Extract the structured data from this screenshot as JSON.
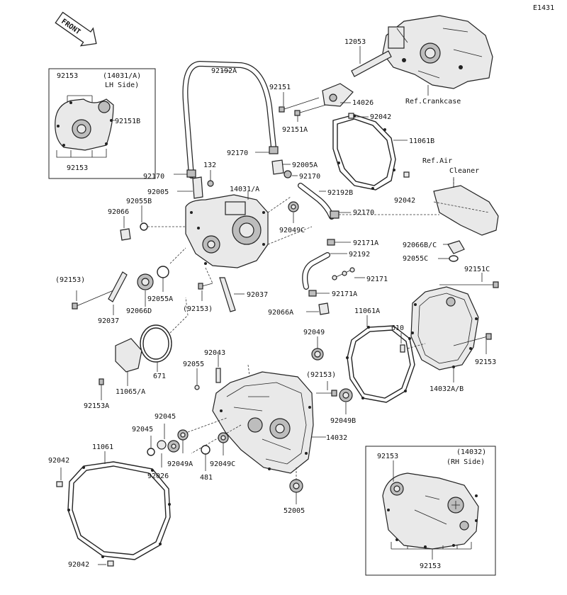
{
  "diagram_code": "E1431",
  "front_tag": "FRONT",
  "labels": {
    "p92192A": "92192A",
    "p92153_top": "92153",
    "p14031A_lh": "(14031/A)",
    "lh_side": "LH Side)",
    "p92151B": "92151B",
    "p92153_lh_bottom": "92153",
    "p12053": "12053",
    "p92151": "92151",
    "p14026": "14026",
    "ref_crankcase": "Ref.Crankcase",
    "p92042_a": "92042",
    "p92151A": "92151A",
    "p11061B": "11061B",
    "p92170_a": "92170",
    "p92005A": "92005A",
    "p92170_b": "92170",
    "p132": "132",
    "p92170_c": "92170",
    "p92005": "92005",
    "p14031A": "14031/A",
    "p92192B": "92192B",
    "p92042_b": "92042",
    "ref_air": "Ref.Air",
    "cleaner": "Cleaner",
    "p92055B": "92055B",
    "p92066": "92066",
    "p92170_d": "92170",
    "p92049C_a": "92049C",
    "p92171A_a": "92171A",
    "p92066BC": "92066B/C",
    "p92192": "92192",
    "p92055C": "92055C",
    "p92151C": "92151C",
    "p92171": "92171",
    "p92153_paren_a": "(92153)",
    "p92037_a": "92037",
    "p92055A": "92055A",
    "p92066D": "92066D",
    "p92153_paren_b": "(92153)",
    "p92037_b": "92037",
    "p92171A_b": "92171A",
    "p92066A": "92066A",
    "p11061A": "11061A",
    "p610": "610",
    "p92049": "92049",
    "p92043": "92043",
    "p92055": "92055",
    "p92153_right": "92153",
    "p671": "671",
    "p11065A": "11065/A",
    "p92153_paren_c": "(92153)",
    "p14032AB": "14032A/B",
    "p92153A": "92153A",
    "p92049B": "92049B",
    "p92045_a": "92045",
    "p92045_b": "92045",
    "p14032": "14032",
    "p11061": "11061",
    "p92042_c": "92042",
    "p92026": "92026",
    "p92049A": "92049A",
    "p481": "481",
    "p92049C_b": "92049C",
    "p92153_rh_top": "92153",
    "p14032_rh": "(14032)",
    "rh_side": "(RH Side)",
    "p52005": "52005",
    "p92042_d": "92042",
    "p92153_rh_bottom": "92153"
  }
}
